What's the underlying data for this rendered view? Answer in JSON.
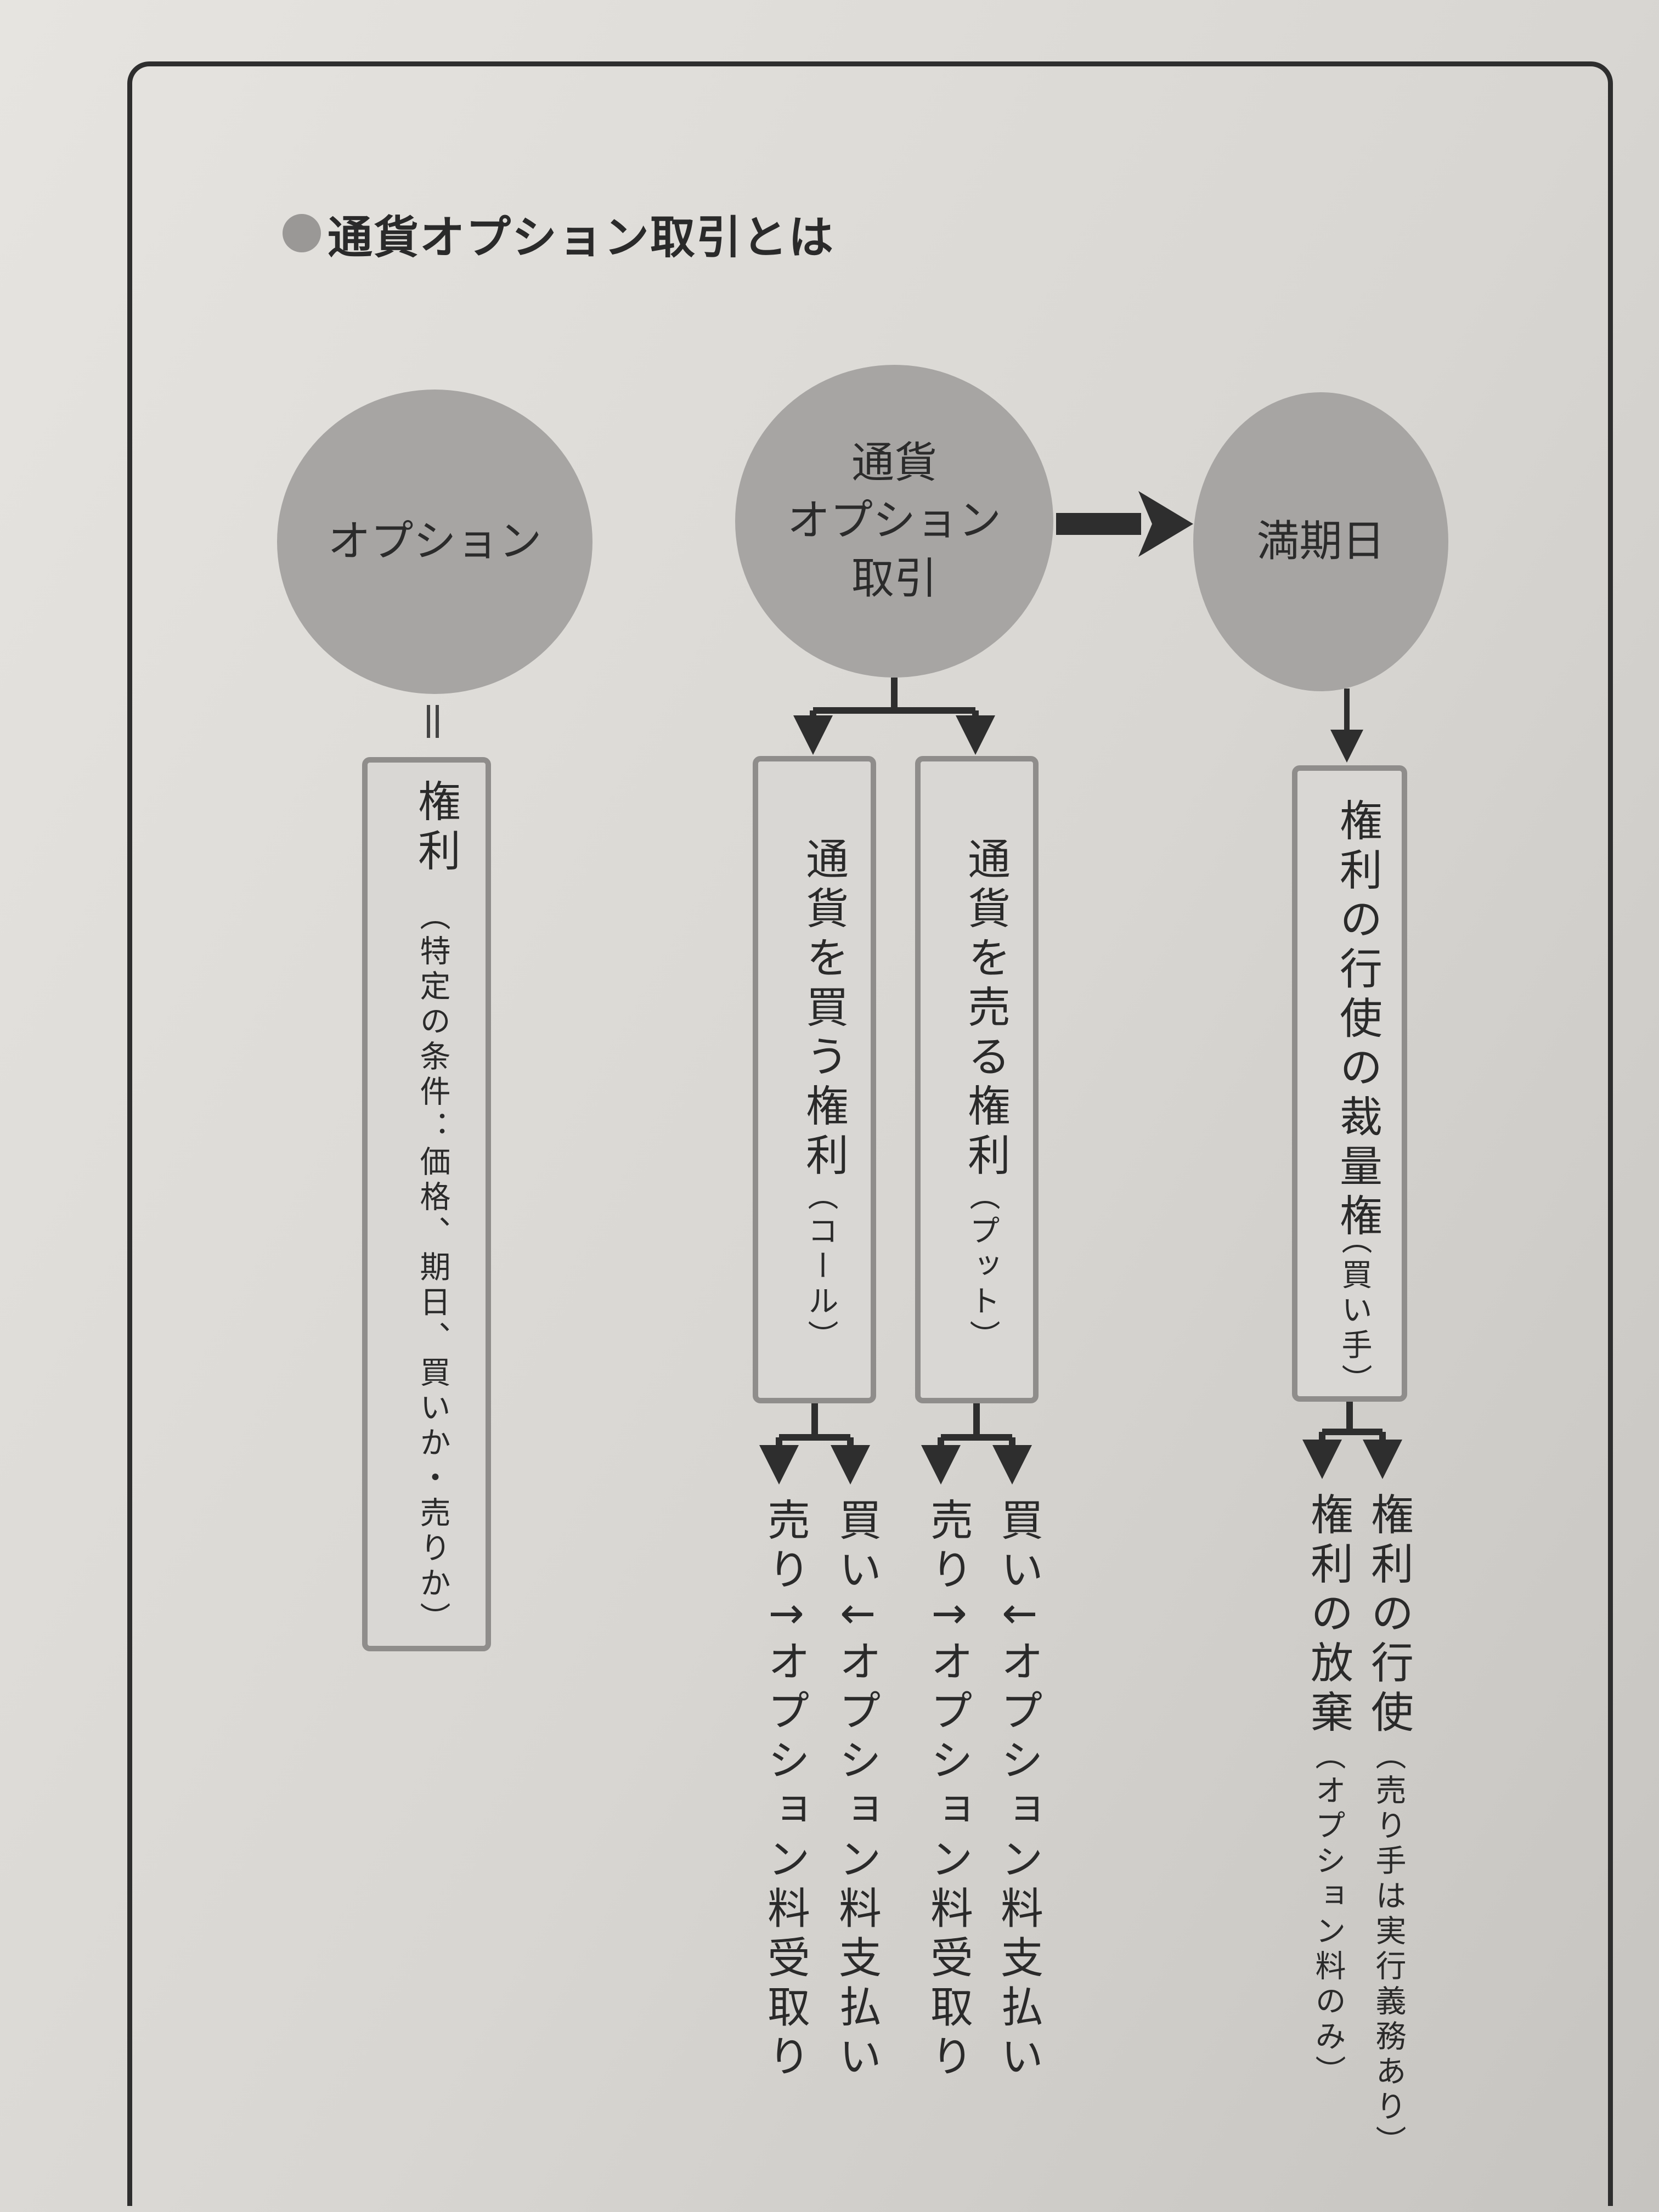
{
  "title": "通貨オプション取引とは",
  "circles": {
    "option": "オプション",
    "currency_option_trade": "通貨\nオプション\n取引",
    "expiry": "満期日"
  },
  "left_box": {
    "main": "権利",
    "note": "（特定の条件：価格、期日、買いか・売りか）"
  },
  "call_box": {
    "main": "通貨を買う権利",
    "note": "（コール）"
  },
  "put_box": {
    "main": "通貨を売る権利",
    "note": "（プット）"
  },
  "right_box": {
    "main": "権利の行使の裁量権",
    "note": "（買い手）"
  },
  "outcomes": {
    "call_buy": "買い↓オプション料支払い",
    "call_sell": "売り↑オプション料受取り",
    "put_buy": "買い↓オプション料支払い",
    "put_sell": "売り↑オプション料受取り",
    "exercise": "権利の行使",
    "exercise_note": "（売り手は実行義務あり）",
    "abandon": "権利の放棄",
    "abandon_note": "（オプション料のみ）"
  }
}
